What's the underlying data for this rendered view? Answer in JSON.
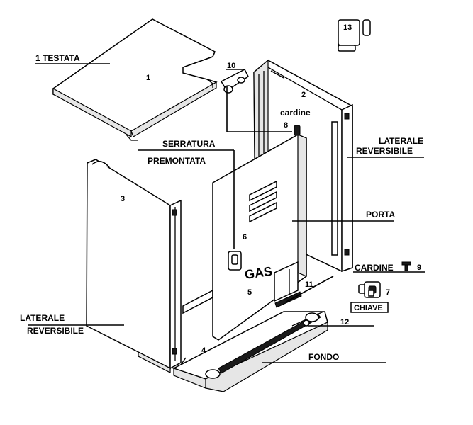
{
  "parts": {
    "p1": {
      "number": "1",
      "label": "1 TESTATA"
    },
    "p2": {
      "number": "2",
      "label_line1": "LATERALE",
      "label_line2": "REVERSIBILE"
    },
    "p3": {
      "number": "3",
      "label_line1": "LATERALE",
      "label_line2": "REVERSIBILE"
    },
    "p4": {
      "number": "4",
      "label": "FONDO"
    },
    "p5": {
      "number": "5",
      "label": "PORTA",
      "marking": "GAS"
    },
    "p6": {
      "number": "6",
      "label_line1": "SERRATURA",
      "label_line2": "PREMONTATA"
    },
    "p7": {
      "number": "7",
      "label": "CHIAVE"
    },
    "p8": {
      "number": "8",
      "label": "cardine"
    },
    "p9": {
      "number": "9",
      "label": "CARDINE"
    },
    "p10": {
      "number": "10"
    },
    "p11": {
      "number": "11"
    },
    "p12": {
      "number": "12"
    },
    "p13": {
      "number": "13"
    }
  }
}
